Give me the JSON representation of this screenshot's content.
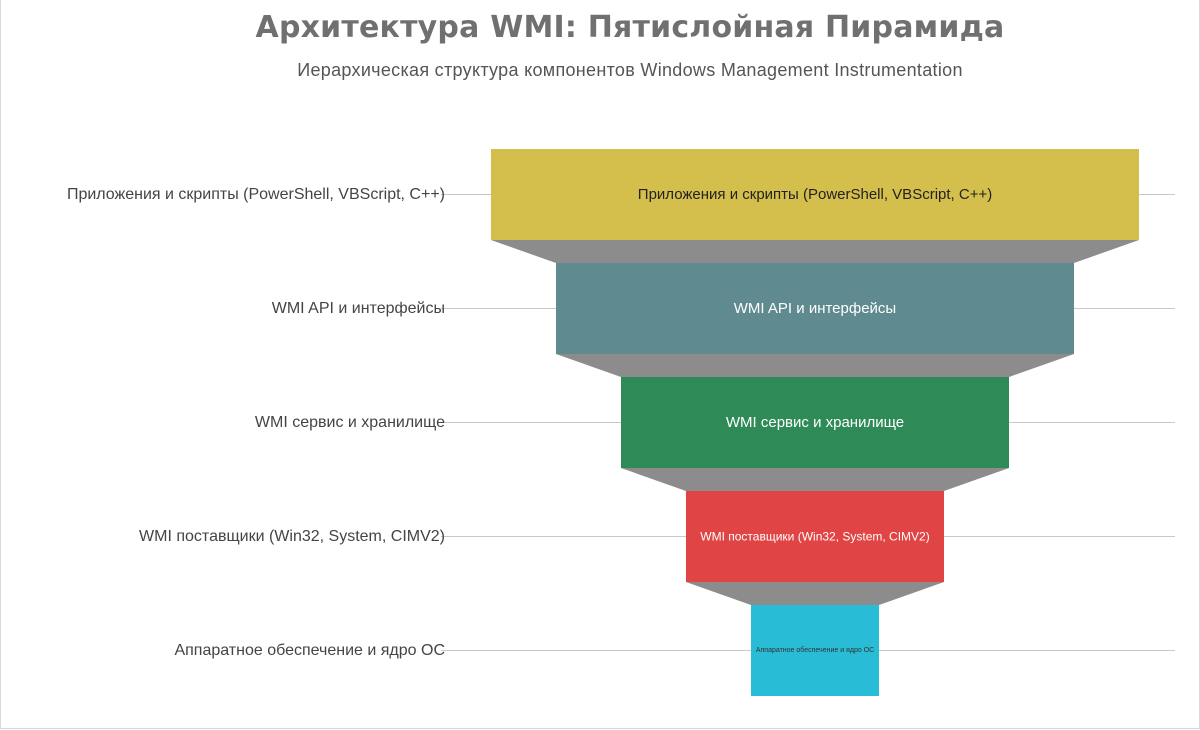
{
  "title": "Архитектура WMI: Пятислойная Пирамида",
  "subtitle": "Иерархическая структура компонентов Windows Management Instrumentation",
  "colors": {
    "connector": "#8c8c8c",
    "grid": "#c8c8c8",
    "label_text": "#444444"
  },
  "layers": [
    {
      "label": "Приложения и скрипты (PowerShell, VBScript, C++)",
      "color": "#d4bf4c",
      "text_color": "#222222"
    },
    {
      "label": "WMI API и интерфейсы",
      "color": "#5f8a8f",
      "text_color": "#ffffff"
    },
    {
      "label": "WMI сервис и хранилище",
      "color": "#2e8b57",
      "text_color": "#ffffff"
    },
    {
      "label": "WMI поставщики (Win32, System, CIMV2)",
      "color": "#e04444",
      "text_color": "#ffffff"
    },
    {
      "label": "Аппаратное обеспечение и ядро ОС",
      "color": "#29bcd6",
      "text_color": "#333333"
    }
  ]
}
